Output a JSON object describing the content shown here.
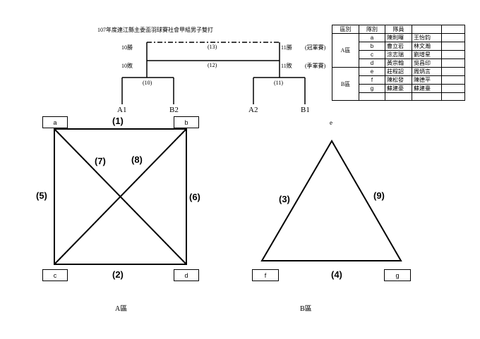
{
  "title": "107年度連江縣主委盃羽球賽社會甲組男子雙打",
  "bracket": {
    "match13": "(13)",
    "match12": "(12)",
    "match10": "(10)",
    "match11": "(11)",
    "win_left": "10勝",
    "lose_left": "10敗",
    "win_right": "11勝",
    "lose_right": "11敗",
    "final_note": "(冠軍賽)",
    "third_note": "(季軍賽)",
    "a1": "A1",
    "b2": "B2",
    "a2": "A2",
    "b1": "B1"
  },
  "team_table": {
    "headers": [
      "區別",
      "隊別",
      "隊員",
      ""
    ],
    "groups": [
      {
        "zone": "A區",
        "rows": [
          {
            "team": "a",
            "p1": "陳則暉",
            "p2": "王怡鈞"
          },
          {
            "team": "b",
            "p1": "曹立岩",
            "p2": "林文瀚"
          },
          {
            "team": "c",
            "p1": "涂志瑞",
            "p2": "劉增星"
          },
          {
            "team": "d",
            "p1": "黃宗翰",
            "p2": "吳昌印"
          }
        ]
      },
      {
        "zone": "B區",
        "rows": [
          {
            "team": "e",
            "p1": "莊程詔",
            "p2": "周炳言"
          },
          {
            "team": "f",
            "p1": "陳松發",
            "p2": "陳德平"
          },
          {
            "team": "g",
            "p1": "蘇建豪",
            "p2": "蘇建臺"
          },
          {
            "team": "",
            "p1": "",
            "p2": ""
          }
        ]
      }
    ]
  },
  "group_a": {
    "label": "A區",
    "nodes": {
      "a": "a",
      "b": "b",
      "c": "c",
      "d": "d"
    },
    "matches": {
      "m1": "(1)",
      "m2": "(2)",
      "m5": "(5)",
      "m6": "(6)",
      "m7": "(7)",
      "m8": "(8)"
    }
  },
  "group_b": {
    "label": "B區",
    "nodes": {
      "e": "e",
      "f": "f",
      "g": "g"
    },
    "matches": {
      "m3": "(3)",
      "m4": "(4)",
      "m9": "(9)"
    }
  }
}
